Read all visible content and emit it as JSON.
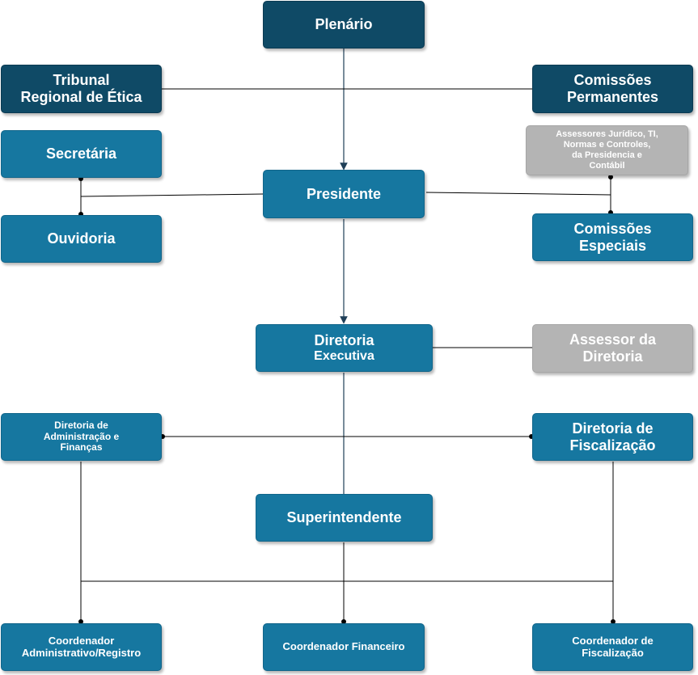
{
  "nodes": {
    "plenario": "Plenário",
    "tribunal": [
      "Tribunal",
      "Regional de Ética"
    ],
    "comissoes_permanentes": [
      "Comissões",
      "Permanentes"
    ],
    "secretaria": "Secretária",
    "assessores": [
      "Assessores Jurídico, TI,",
      "Normas e Controles,",
      "da Presidencia e",
      "Contábil"
    ],
    "presidente": "Presidente",
    "ouvidoria": "Ouvidoria",
    "comissoes_especiais": [
      "Comissões",
      "Especiais"
    ],
    "diretoria_executiva": [
      "Diretoria",
      "Executiva"
    ],
    "assessor_diretoria": [
      "Assessor da",
      "Diretoria"
    ],
    "dir_admin": [
      "Diretoria de",
      "Administração e",
      "Finanças"
    ],
    "dir_fiscalizacao": [
      "Diretoria de",
      "Fiscalização"
    ],
    "superintendente": "Superintendente",
    "coord_admin": [
      "Coordenador",
      "Administrativo/Registro"
    ],
    "coord_financeiro": "Coordenador Financeiro",
    "coord_fiscalizacao": [
      "Coordenador de",
      "Fiscalização"
    ]
  },
  "colors": {
    "dark": "#0f4a66",
    "mid": "#1677a0",
    "gray": "#b4b4b4",
    "line": "#000000",
    "arrow": "#1f3f58"
  }
}
